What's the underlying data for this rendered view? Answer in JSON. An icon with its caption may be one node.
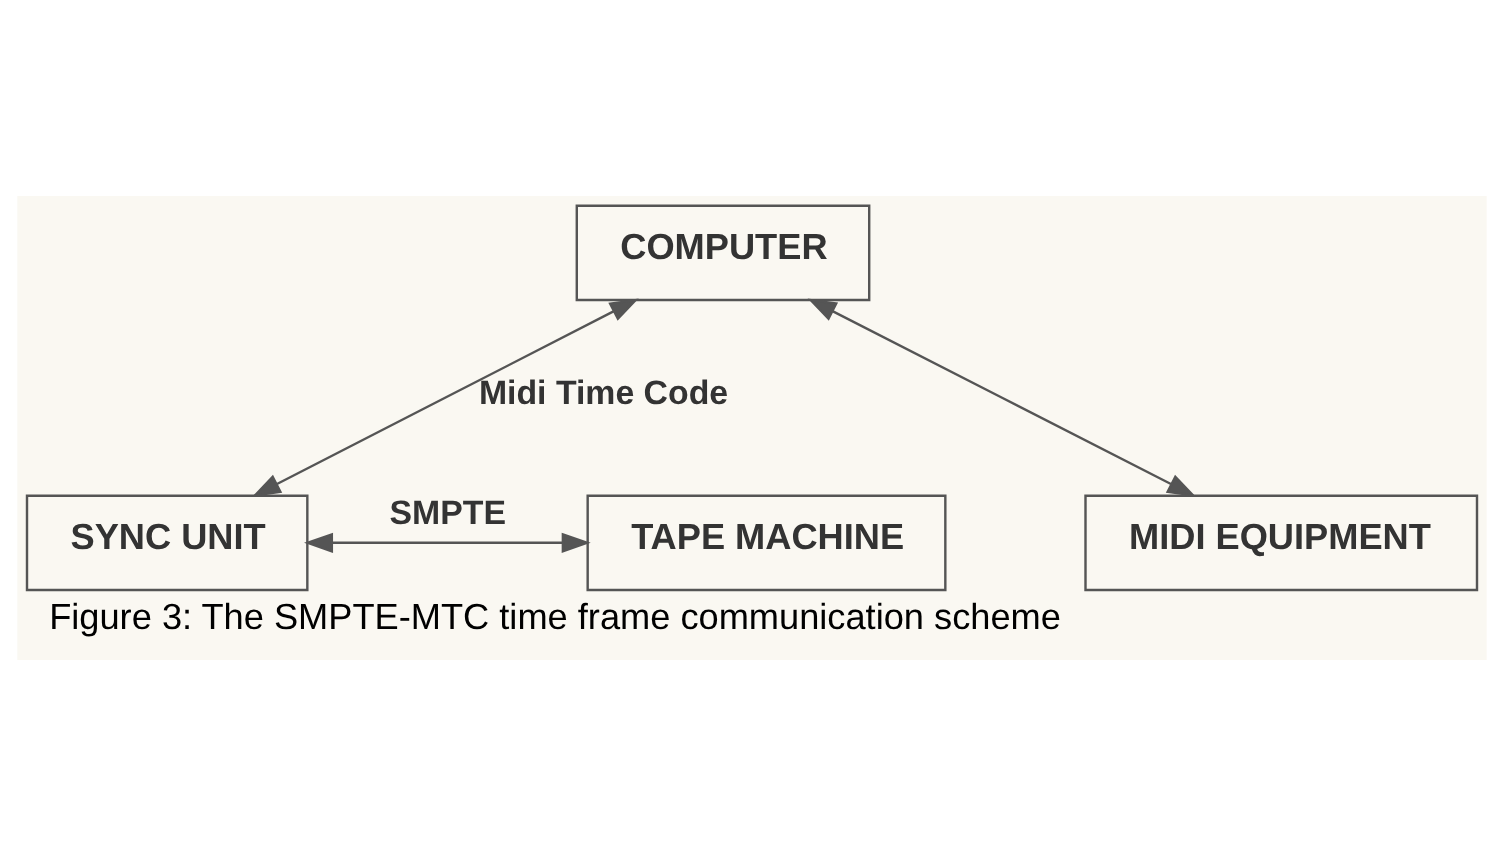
{
  "diagram": {
    "caption": "Figure 3: The SMPTE-MTC time frame communication scheme",
    "nodes": [
      {
        "text": [
          "COMPUTER"
        ]
      },
      {
        "text": [
          "SYNC UNIT"
        ]
      },
      {
        "text": [
          "TAPE MACHINE"
        ]
      },
      {
        "text": [
          "MIDI EQUIPMENT"
        ]
      }
    ],
    "edges": [
      {
        "from": 0,
        "to": 3,
        "arrow": "both"
      },
      {
        "from": 0,
        "to": 1,
        "arrow": "both",
        "label": "Midi Time Code"
      },
      {
        "from": 1,
        "to": 2,
        "arrow": "both",
        "label": "SMPTE"
      }
    ]
  }
}
